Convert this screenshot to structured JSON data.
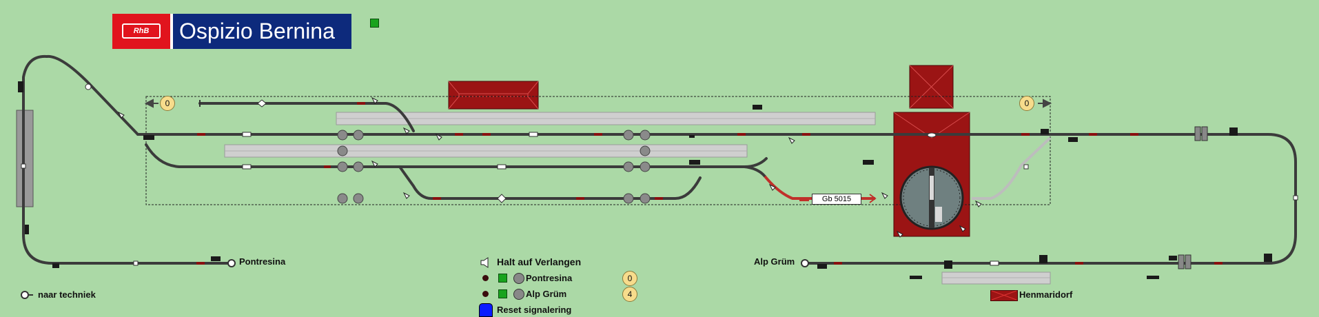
{
  "header": {
    "logo_text": "RhB",
    "title": "Ospizio Bernina"
  },
  "stations": {
    "left": "Pontresina",
    "right": "Alp Grüm",
    "techniek": "naar techniek"
  },
  "controls": {
    "halt_label": "Halt auf Verlangen",
    "rows": [
      {
        "label": "Pontresina",
        "count": "0"
      },
      {
        "label": "Alp Grüm",
        "count": "4"
      }
    ],
    "reset_label": "Reset signalering"
  },
  "counters": {
    "left": "0",
    "right": "0"
  },
  "train": {
    "id": "Gb 5015"
  },
  "legend": {
    "label": "Henmaridorf"
  },
  "colors": {
    "background": "#abd9a6",
    "track": "#3b3b3b",
    "building": "#9b1414",
    "route_active": "#c0302a",
    "route_inactive": "#bdbdbd",
    "rhb_red": "#e1141d",
    "rhb_blue": "#0d2a7c"
  }
}
